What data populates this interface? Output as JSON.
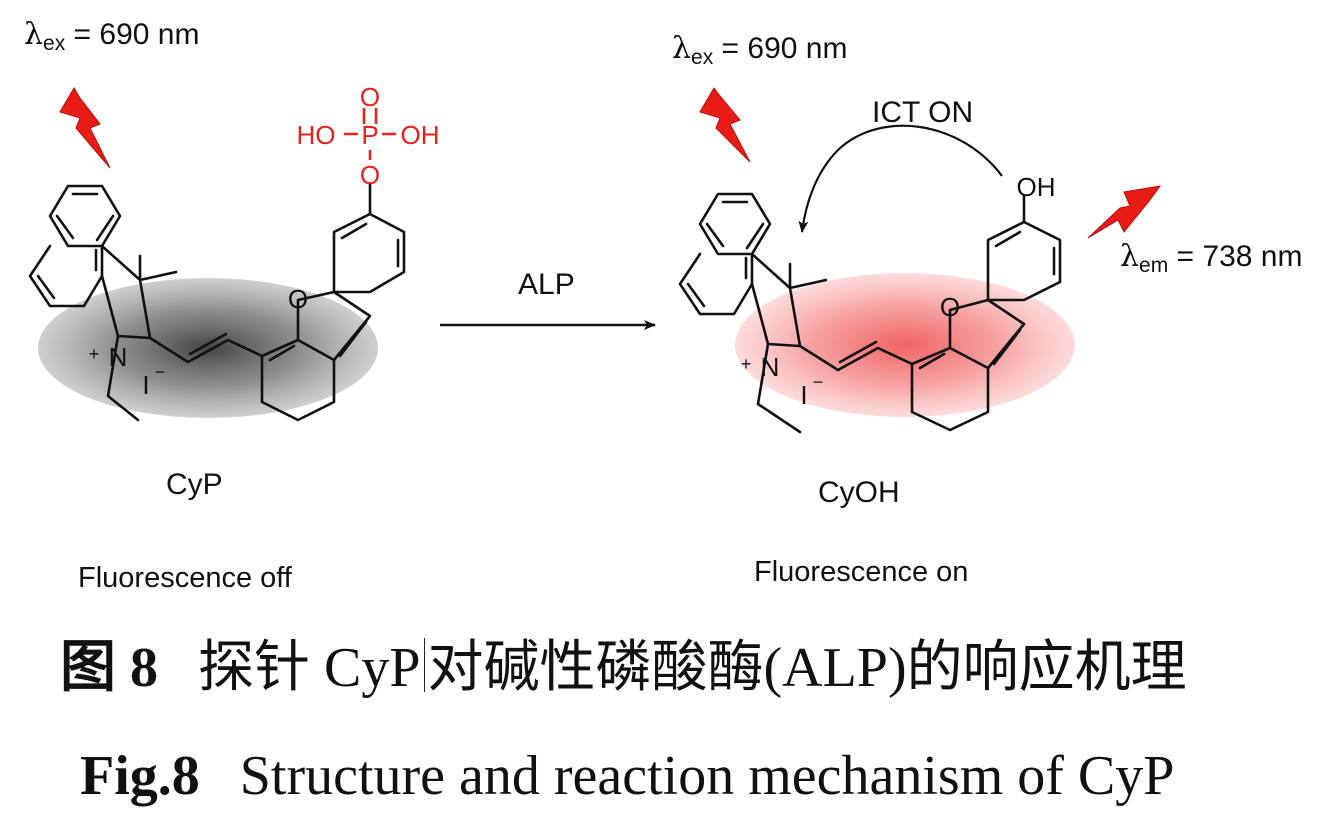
{
  "left": {
    "excitation": {
      "lambda": "λ",
      "subscript": "ex",
      "value": " = 690 nm"
    },
    "compound": "CyP",
    "state": "Fluorescence off",
    "atoms": {
      "P": "P",
      "O": "O",
      "HO": "HO",
      "OH": "OH",
      "N": "N",
      "plus": "+",
      "iodide": "I",
      "minus": "−"
    }
  },
  "arrow": {
    "label": "ALP"
  },
  "right": {
    "excitation": {
      "lambda": "λ",
      "subscript": "ex",
      "value": " = 690 nm"
    },
    "emission": {
      "lambda": "λ",
      "subscript": "em",
      "value": " = 738 nm"
    },
    "ict": "ICT ON",
    "compound": "CyOH",
    "state": "Fluorescence on",
    "atoms": {
      "O": "O",
      "OH": "OH",
      "N": "N",
      "plus": "+",
      "iodide": "I",
      "minus": "−"
    }
  },
  "caption": {
    "cn_label": "图 8",
    "cn_text_a": "探针 CyP",
    "cn_text_b": "对碱性磷酸酶(ALP)的响应机理",
    "en_label": "Fig.8",
    "en_text": "Structure and reaction mechanism of CyP"
  },
  "colors": {
    "phosphate": "#e8211b",
    "bolt": "#e81c14",
    "glow_off": "#555555",
    "glow_on": "#f07070"
  }
}
